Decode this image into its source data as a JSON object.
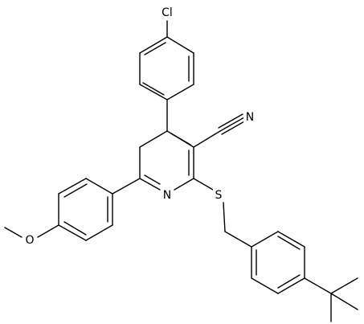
{
  "molecule": {
    "atoms": {
      "cl": "Cl",
      "n_nitrile": "N",
      "n_pyridine": "N",
      "s": "S",
      "o": "O"
    }
  }
}
